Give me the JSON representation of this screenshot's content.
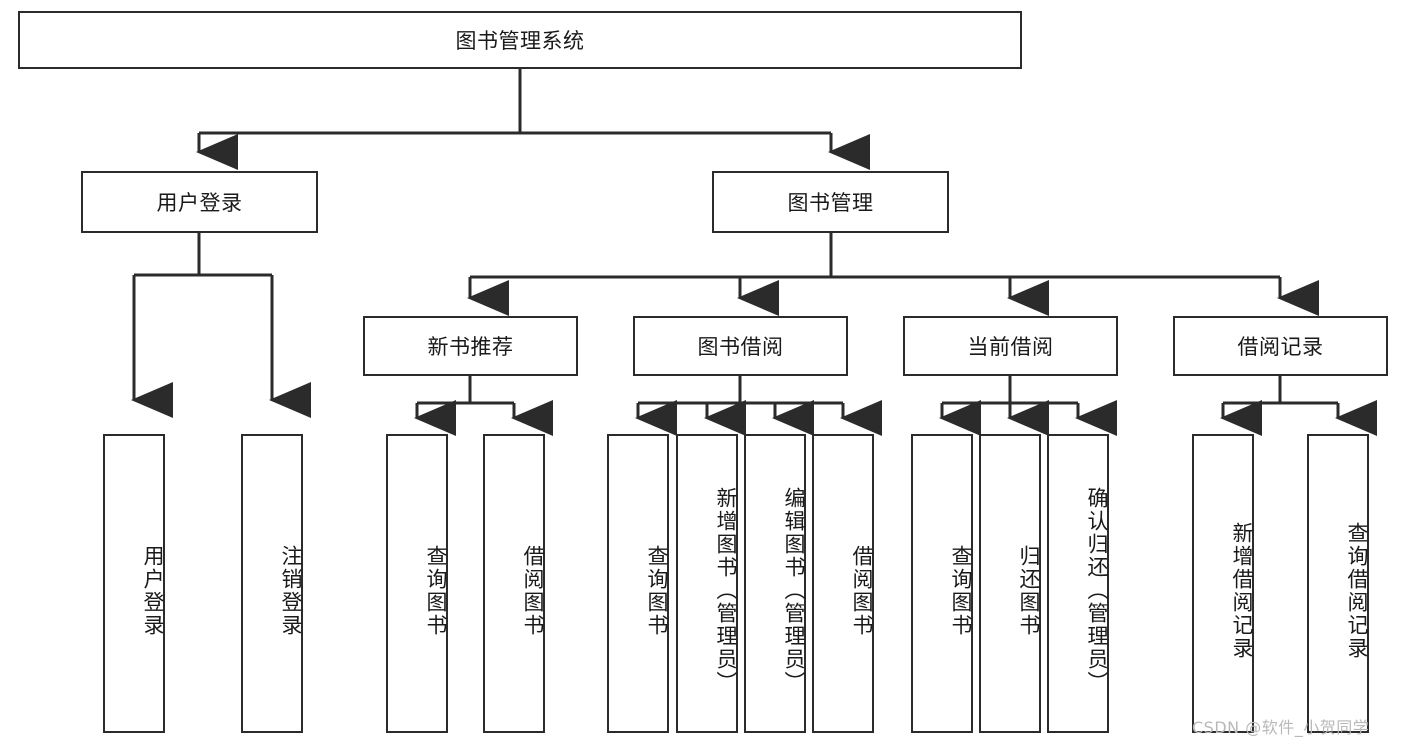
{
  "diagram": {
    "title": "图书管理系统",
    "root": {
      "label": "图书管理系统"
    },
    "level2": [
      {
        "label": "用户登录"
      },
      {
        "label": "图书管理"
      }
    ],
    "level3": [
      {
        "label": "新书推荐"
      },
      {
        "label": "图书借阅"
      },
      {
        "label": "当前借阅"
      },
      {
        "label": "借阅记录"
      }
    ],
    "leaves": {
      "user_login": [
        {
          "label": "用户登录"
        },
        {
          "label": "注销登录"
        }
      ],
      "new_book_recommend": [
        {
          "label": "查询图书"
        },
        {
          "label": "借阅图书"
        }
      ],
      "book_borrow": [
        {
          "label": "查询图书"
        },
        {
          "label": "新增图书（管理员）"
        },
        {
          "label": "编辑图书（管理员）"
        },
        {
          "label": "借阅图书"
        }
      ],
      "current_borrow": [
        {
          "label": "查询图书"
        },
        {
          "label": "归还图书"
        },
        {
          "label": "确认归还（管理员）"
        }
      ],
      "borrow_record": [
        {
          "label": "新增借阅记录"
        },
        {
          "label": "查询借阅记录"
        }
      ]
    }
  },
  "watermark": {
    "text": "CSDN @软件_小贺同学"
  },
  "colors": {
    "border": "#2b2b2b",
    "background": "#ffffff",
    "text": "#1a1a1a",
    "watermark": "#b9b9b9"
  }
}
